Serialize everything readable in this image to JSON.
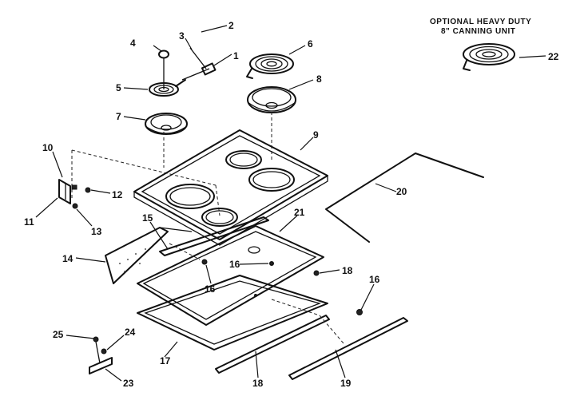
{
  "caption": {
    "line1": "OPTIONAL HEAVY DUTY",
    "line2": "8\" CANNING UNIT"
  },
  "callouts": [
    {
      "id": "c1",
      "label": "1"
    },
    {
      "id": "c2",
      "label": "2"
    },
    {
      "id": "c3",
      "label": "3"
    },
    {
      "id": "c4",
      "label": "4"
    },
    {
      "id": "c5",
      "label": "5"
    },
    {
      "id": "c6",
      "label": "6"
    },
    {
      "id": "c7",
      "label": "7"
    },
    {
      "id": "c8",
      "label": "8"
    },
    {
      "id": "c9",
      "label": "9"
    },
    {
      "id": "c10",
      "label": "10"
    },
    {
      "id": "c11",
      "label": "11"
    },
    {
      "id": "c12",
      "label": "12"
    },
    {
      "id": "c13",
      "label": "13"
    },
    {
      "id": "c14",
      "label": "14"
    },
    {
      "id": "c15",
      "label": "15"
    },
    {
      "id": "c16a",
      "label": "16"
    },
    {
      "id": "c16b",
      "label": "16"
    },
    {
      "id": "c16c",
      "label": "16"
    },
    {
      "id": "c17",
      "label": "17"
    },
    {
      "id": "c18a",
      "label": "18"
    },
    {
      "id": "c18b",
      "label": "18"
    },
    {
      "id": "c19",
      "label": "19"
    },
    {
      "id": "c20",
      "label": "20"
    },
    {
      "id": "c21",
      "label": "21"
    },
    {
      "id": "c22",
      "label": "22"
    },
    {
      "id": "c23",
      "label": "23"
    },
    {
      "id": "c24",
      "label": "24"
    },
    {
      "id": "c25",
      "label": "25"
    }
  ]
}
